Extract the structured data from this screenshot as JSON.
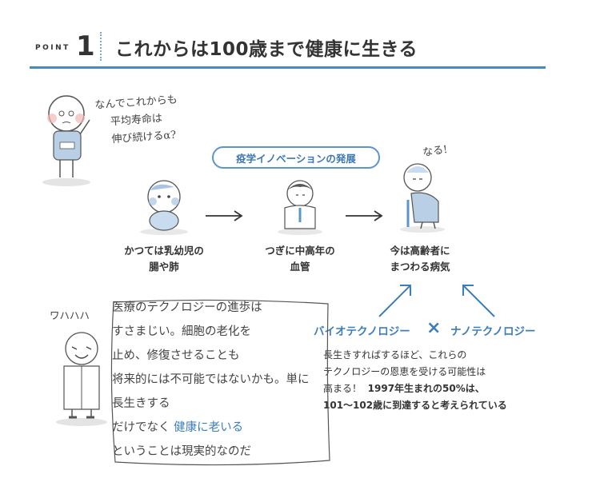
{
  "header": {
    "point_label": "POINT",
    "point_number": "1",
    "title": "これからは100歳まで健康に生きる"
  },
  "top_handwriting": [
    "なんでこれからも",
    "平均寿命は",
    "伸び続けるα?"
  ],
  "pill_label": "疫学イノベーションの発展",
  "stages": [
    {
      "line1": "かつては乳幼児の",
      "line2": "腸や肺"
    },
    {
      "line1": "つぎに中高年の",
      "line2": "血管"
    },
    {
      "line1": "今は高齢者に",
      "line2": "まつわる病気"
    }
  ],
  "elder_handwriting": "なる!",
  "tech": {
    "left": "バイオテクノロジー",
    "right": "ナノテクノロジー",
    "cross": "×"
  },
  "body": {
    "line1": "長生きすればするほど、これらの",
    "line2": "テクノロジーの恩恵を受ける可能性は",
    "line3_normal": "高まる！",
    "line3_bold": "1997年生まれの50%は、",
    "line4_bold": "101～102歳に到達すると考えられている"
  },
  "laugh": "ワハハハ",
  "speech": {
    "line1": "医療のテクノロジーの進歩は",
    "line2": "すさまじい。細胞の老化を",
    "line3": "止め、修復させることも",
    "line4": "将来的には不可能ではないかも。単に長生きする",
    "line5a": "だけでなく",
    "line5b": "健康に老いる",
    "line6": "ということは現実的なのだ"
  },
  "colors": {
    "accent": "#4a88c5",
    "text": "#333333"
  }
}
